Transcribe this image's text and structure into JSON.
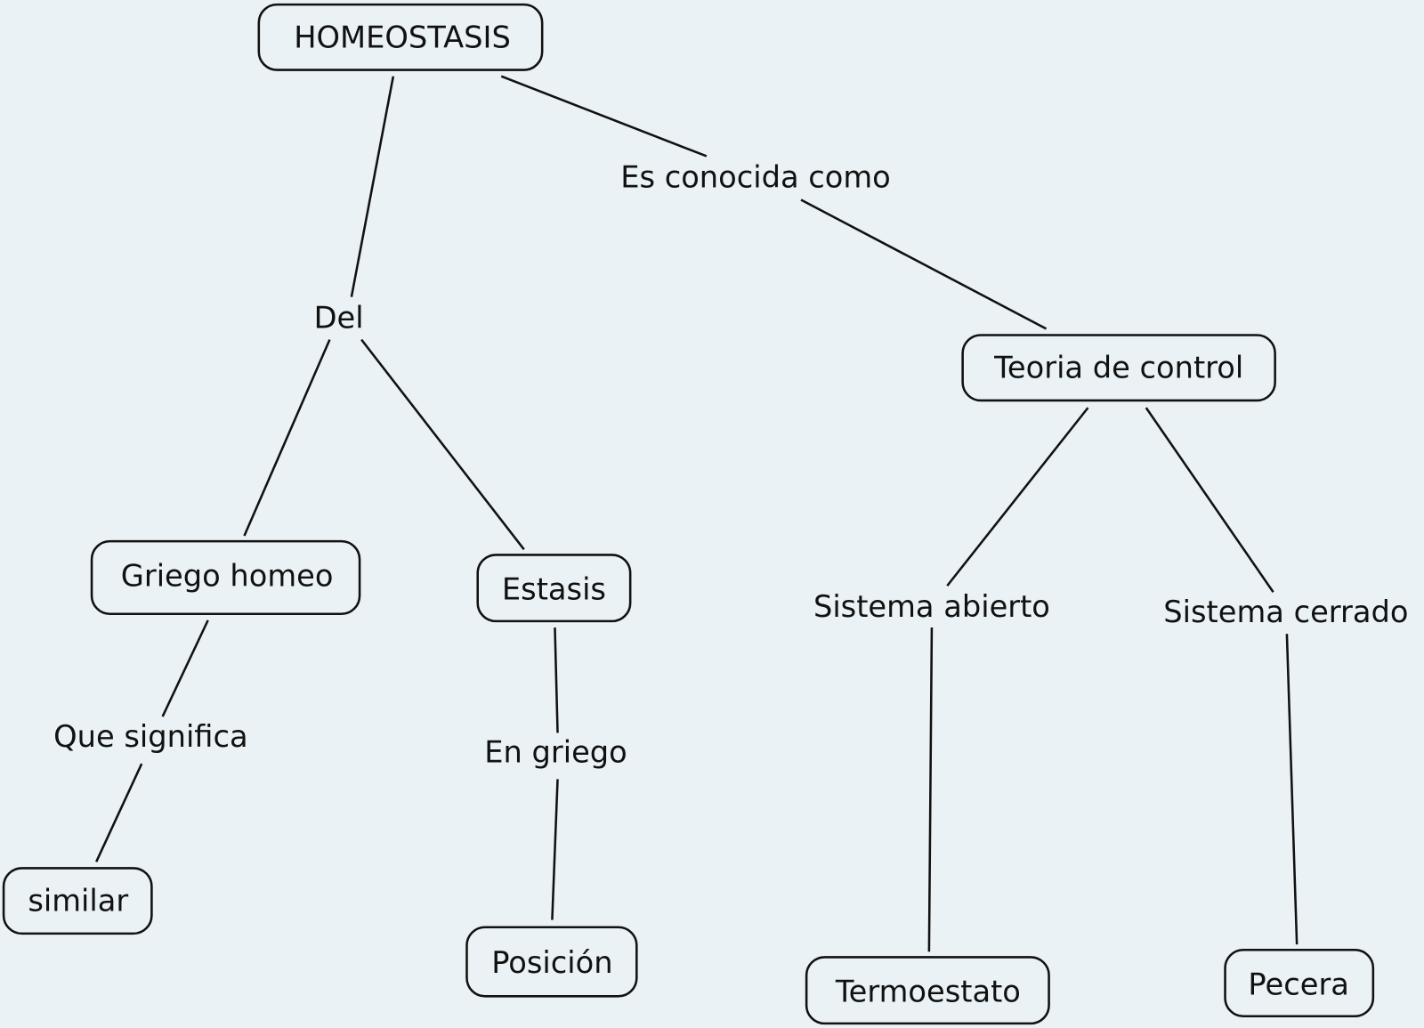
{
  "nodes": {
    "homeostasis": "HOMEOSTASIS",
    "teoria": "Teoria de control",
    "griego_homeo": "Griego homeo",
    "estasis": "Estasis",
    "similar": "similar",
    "posicion": "Posición",
    "termoestato": "Termoestato",
    "pecera": "Pecera"
  },
  "links": {
    "del": "Del",
    "es_conocida": "Es conocida como",
    "sistema_abierto": "Sistema abierto",
    "sistema_cerrado": "Sistema cerrado",
    "que_significa": "Que significa",
    "en_griego": "En griego"
  },
  "colors": {
    "background": "#eaf2f5",
    "stroke": "#111111"
  }
}
